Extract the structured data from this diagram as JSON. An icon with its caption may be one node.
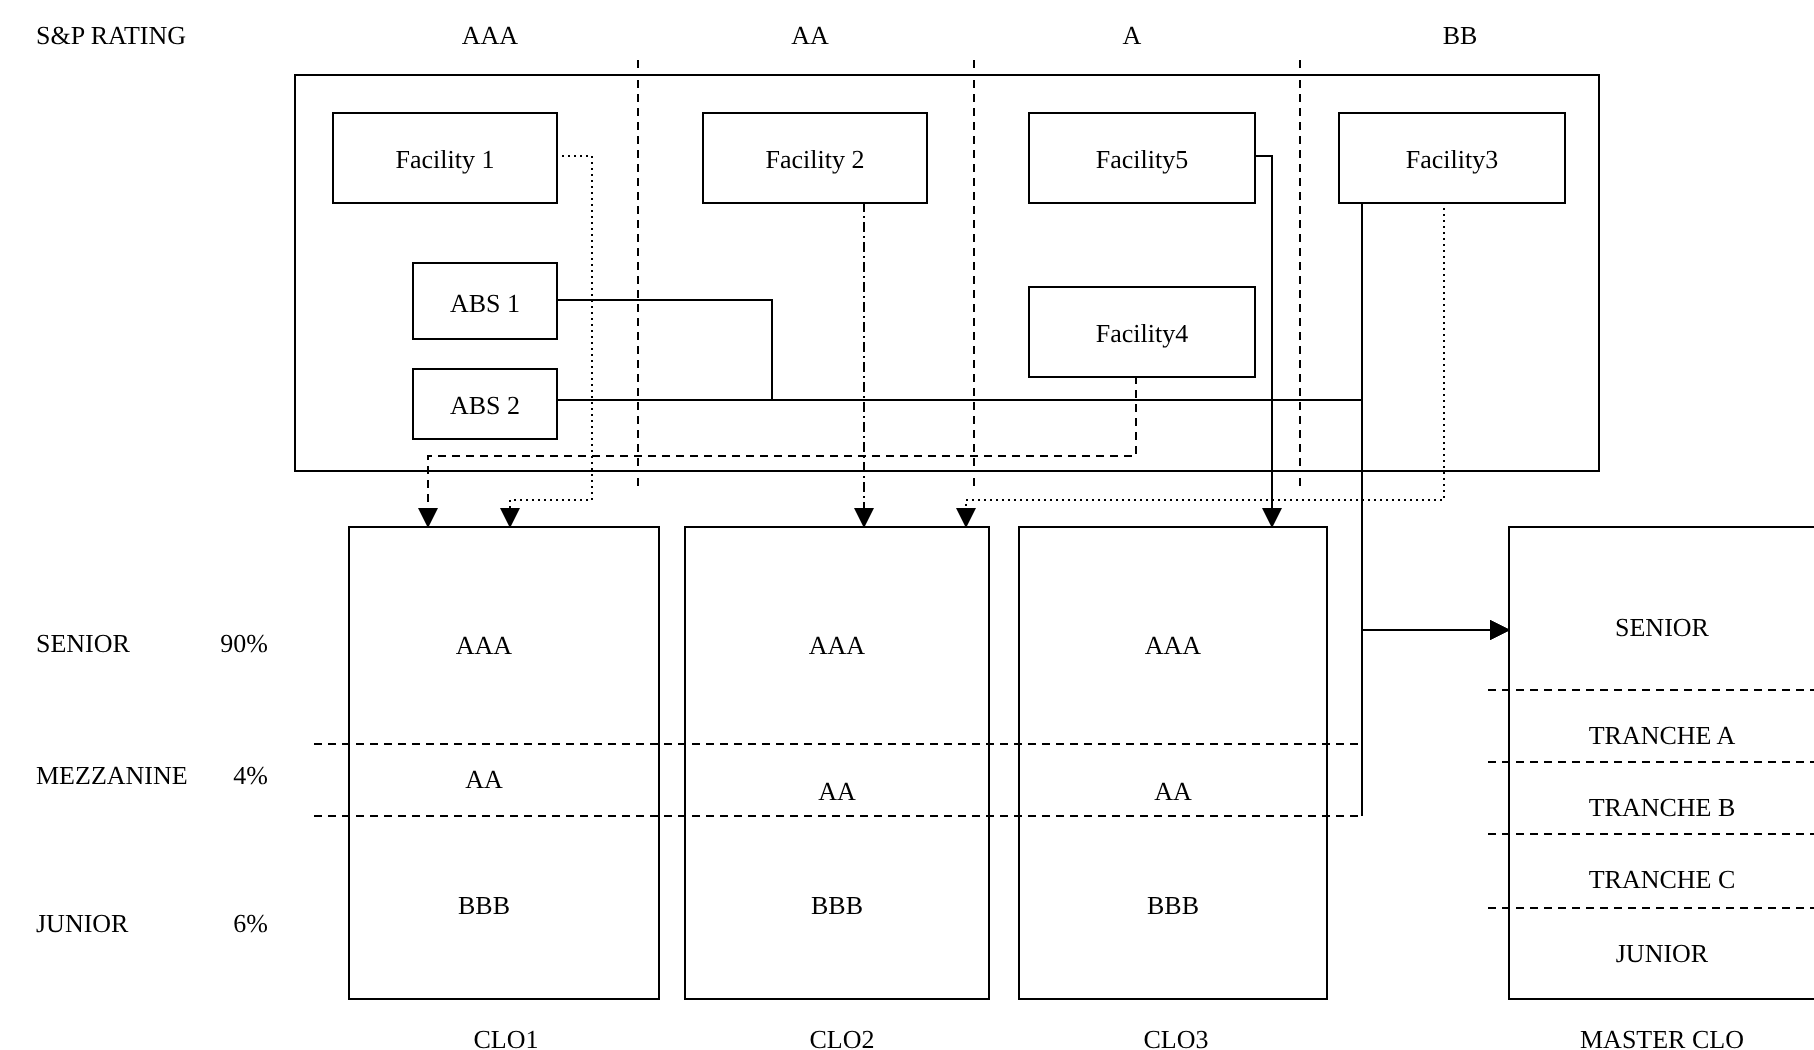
{
  "diagram": {
    "nodes": [
      {
        "text": [],
        "shape": "box"
      },
      {
        "text": [
          "Facility 1"
        ],
        "in": 0
      },
      {
        "text": [
          "Facility 2"
        ],
        "in": 0
      },
      {
        "text": [
          "Facility5"
        ],
        "in": 0
      },
      {
        "text": [
          "Facility3"
        ],
        "in": 0
      },
      {
        "text": [
          "ABS 1"
        ],
        "in": 0
      },
      {
        "text": [
          "Facility4"
        ],
        "in": 0
      },
      {
        "text": [
          "ABS 2"
        ],
        "in": 0
      },
      {
        "text": [
          "AAA",
          "AA",
          "BBB"
        ],
        "beside": [
          "CLO1"
        ]
      },
      {
        "text": [
          "AAA",
          "AA",
          "BBB"
        ],
        "beside": [
          "CLO2"
        ]
      },
      {
        "text": [
          "AAA",
          "AA",
          "BBB"
        ],
        "beside": [
          "CLO3"
        ]
      },
      {
        "text": [
          "SENIOR",
          "TRANCHE A",
          "TRANCHE B",
          "TRANCHE C",
          "JUNIOR"
        ],
        "beside": [
          "MASTER CLO"
        ]
      }
    ],
    "edges": [
      {
        "from": 1,
        "to": 8,
        "arrow": "to",
        "style": "dashed"
      },
      {
        "from": 2,
        "to": 9,
        "arrow": "to",
        "style": "dashed"
      },
      {
        "from": 3,
        "to": 10,
        "arrow": "to"
      },
      {
        "from": 4,
        "to": 9,
        "arrow": "to",
        "style": "dashed"
      },
      {
        "from": 6,
        "to": 8,
        "arrow": "to",
        "style": "dashed"
      },
      {
        "from": 5,
        "to": 11,
        "arrow": "to"
      },
      {
        "from": 7,
        "to": 11,
        "arrow": "to"
      },
      {
        "from": 4,
        "to": 11,
        "arrow": "to"
      }
    ],
    "labels": [
      "S&P RATING",
      "AAA",
      "AA",
      "A",
      "BB",
      "SENIOR",
      "90%",
      "MEZZANINE",
      "4%",
      "JUNIOR",
      "6%"
    ]
  }
}
